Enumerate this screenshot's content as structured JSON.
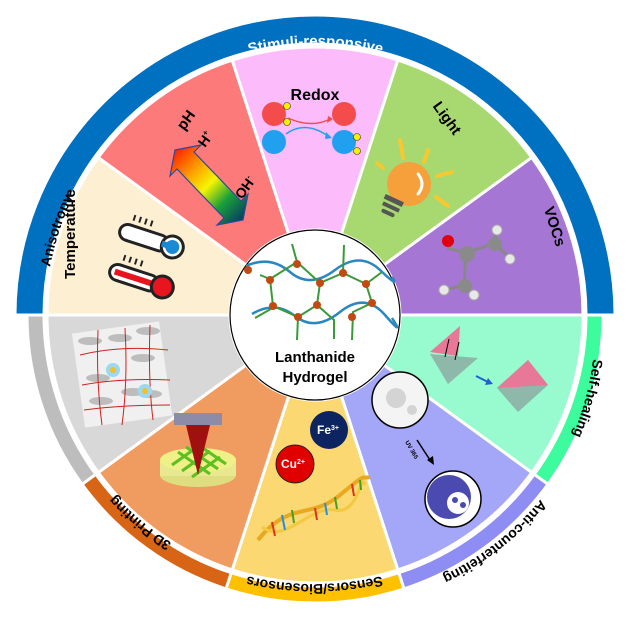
{
  "center": {
    "title_line1": "Lanthanide",
    "title_line2": "Hydrogel"
  },
  "outer_ring": {
    "stimuli": {
      "label": "Stimuli-responsive",
      "color": "#0070c0"
    },
    "self_healing": {
      "label": "Self-healing",
      "color": "#3dfc9e"
    },
    "anti_counterfeiting": {
      "label": "Anti-counterfeiting",
      "color": "#8d8df4"
    },
    "sensors": {
      "label": "Sensors/Biosensors",
      "color": "#ffc000"
    },
    "printing": {
      "label": "3D Printing",
      "color": "#d86416"
    },
    "anisotropy": {
      "label": "Anisotropy",
      "color": "#bdbdbd"
    }
  },
  "segments": [
    {
      "id": "temperature",
      "label": "Temperature",
      "color": "#fdf0d2"
    },
    {
      "id": "ph",
      "label": "pH",
      "color": "#fc7a7a"
    },
    {
      "id": "redox",
      "label": "Redox",
      "color": "#fcbcfc"
    },
    {
      "id": "light",
      "label": "Light",
      "color": "#a8d870"
    },
    {
      "id": "vocs",
      "label": "VOCs",
      "color": "#a676d4"
    },
    {
      "id": "self-healing",
      "label": "",
      "color": "#98facf"
    },
    {
      "id": "anti-counterfeiting",
      "label": "",
      "color": "#a4a6f8"
    },
    {
      "id": "sensors",
      "label": "",
      "color": "#fcd872"
    },
    {
      "id": "3d-printing",
      "label": "",
      "color": "#f09c60"
    },
    {
      "id": "anisotropy",
      "label": "",
      "color": "#d8d8d8"
    }
  ],
  "ph_panel": {
    "h_label": "H",
    "h_sup": "+",
    "oh_label": "OH",
    "oh_sup": "-"
  },
  "sensors_panel": {
    "fe_label": "Fe",
    "fe_sup": "3+",
    "cu_label": "Cu",
    "cu_sup": "2+"
  },
  "anti_panel": {
    "uv_label": "UV 365"
  }
}
